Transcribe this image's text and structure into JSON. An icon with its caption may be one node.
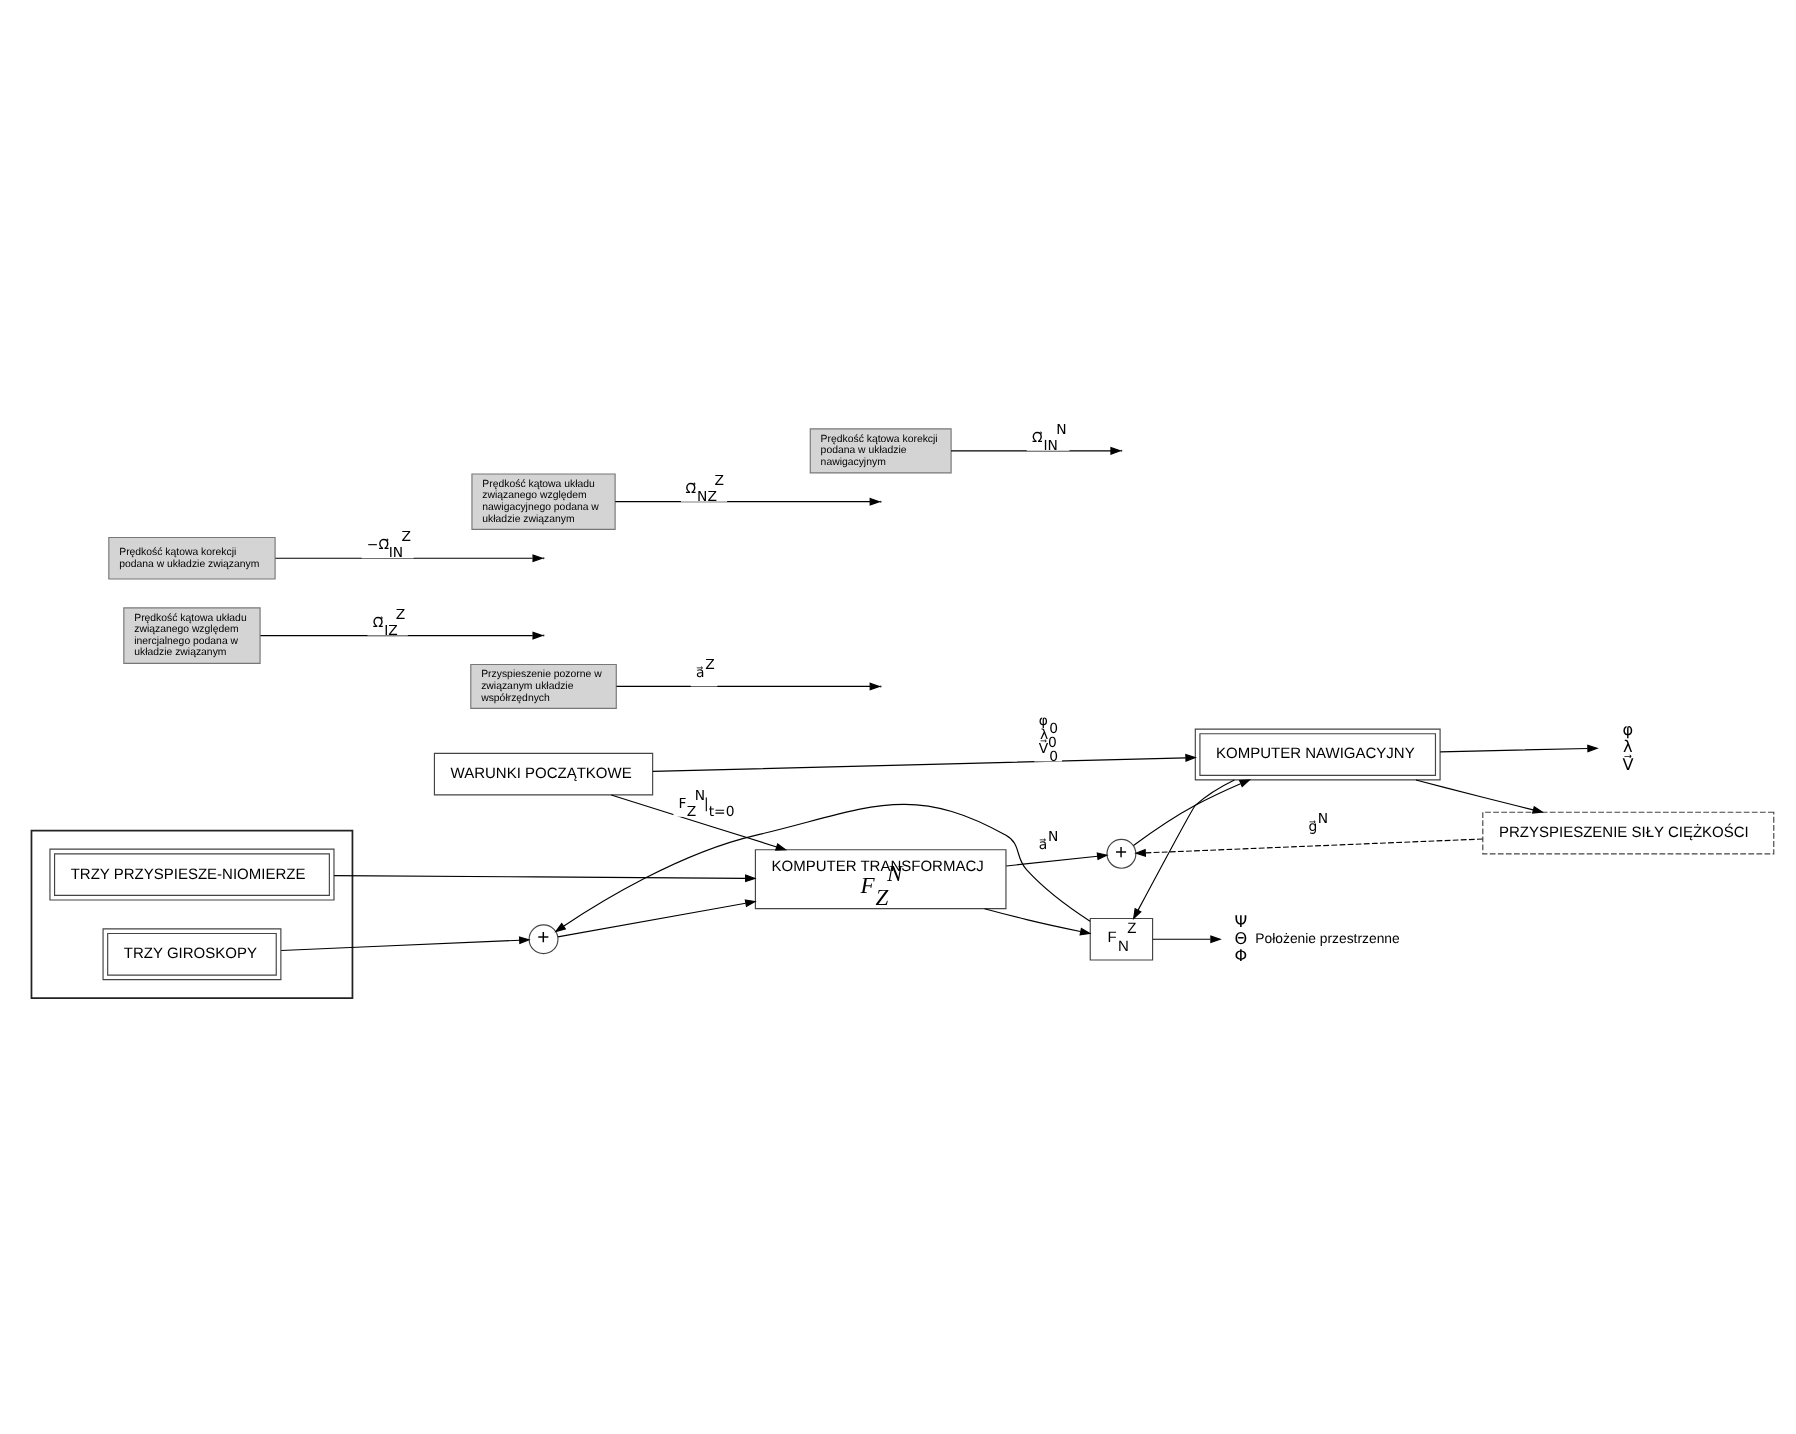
{
  "diagram": {
    "nodes": [
      {
        "text": [],
        "shape": "box"
      },
      {
        "text": [
          "TRZY PRZYSPIESZE-NIOMIERZE"
        ],
        "in": 0
      },
      {
        "text": [
          "TRZY GIROSKOPY"
        ],
        "in": 0
      },
      {
        "text": [
          "Przyspieszenie pozorne w związanym układzie współrzędnych"
        ]
      },
      {
        "text": [
          "WARUNKI POCZĄTKOWE"
        ]
      },
      {
        "text": [
          "KOMPUTER TRANSFORMACJ",
          "F$_{Z}$$^{N}$"
        ]
      },
      {
        "text": [
          "+"
        ]
      },
      {
        "text": [
          "KOMPUTER NAWIGACYJNY"
        ]
      },
      {
        "text": [
          "PRZYSPIESZENIE SIŁY CIĘŻKOŚCI"
        ]
      },
      {
        "text": [
          "+"
        ]
      },
      {
        "text": [
          "F$_{N}$$^{Z}$"
        ]
      },
      {
        "text": [
          "Prędkość kątowa układu związanego względem inercjalnego podana w układzie związanym"
        ]
      },
      {
        "text": [
          "Prędkość kątowa korekcji podana w układzie związanym"
        ]
      },
      {
        "text": [
          "Prędkość kątowa układu związanego względem nawigacyjnego podana w układzie związanym"
        ]
      },
      {
        "text": [
          "Prędkość kątowa korekcji podana w układzie nawigacyjnym"
        ]
      },
      {
        "text": [
          "φ",
          "λ",
          "V⃗"
        ]
      },
      {
        "text": [
          "Ψ",
          "Θ",
          "Φ"
        ],
        "beside": [
          "Położenie przestrzenne"
        ]
      }
    ],
    "edges": [
      {
        "from": 1,
        "to": 5,
        "arrow": "to"
      },
      {
        "from": 3,
        "to": null,
        "arrow": "to",
        "label": "a⃗$^{Z}$"
      },
      {
        "from": 4,
        "to": 5,
        "arrow": "to",
        "label": "F$_{Z}$$^{N}$|$_{t=0}$"
      },
      {
        "from": 4,
        "to": 7,
        "arrow": "to",
        "label": "φ$_{0}$ λ$_{0}$ V⃗$_{0}$"
      },
      {
        "from": 5,
        "to": 6,
        "arrow": "to",
        "label": "a⃗$^{N}$"
      },
      {
        "from": 6,
        "to": 7,
        "arrow": "to"
      },
      {
        "from": 8,
        "to": 6,
        "arrow": "to",
        "style": "dashed",
        "label": "g⃗$^{N}$"
      },
      {
        "from": 7,
        "to": 15,
        "arrow": "to"
      },
      {
        "from": 7,
        "to": 8,
        "arrow": "to"
      },
      {
        "from": 7,
        "to": 10,
        "arrow": "to"
      },
      {
        "from": 5,
        "to": 10,
        "arrow": "to"
      },
      {
        "from": 2,
        "to": 9,
        "arrow": "to"
      },
      {
        "from": 10,
        "to": 9,
        "arrow": "to"
      },
      {
        "from": 9,
        "to": 5,
        "arrow": "to"
      },
      {
        "from": 10,
        "to": 16,
        "arrow": "to"
      },
      {
        "from": 11,
        "to": null,
        "arrow": "to",
        "label": "Ω⃗$_{IZ}$$^{Z}$"
      },
      {
        "from": 13,
        "to": null,
        "arrow": "to",
        "label": "Ω⃗$_{NZ}$$^{Z}$"
      },
      {
        "from": 12,
        "to": null,
        "arrow": "to",
        "label": "−Ω⃗$_{IN}$$^{Z}$"
      },
      {
        "from": 14,
        "to": null,
        "arrow": "to",
        "label": "Ω⃗$_{IN}$$^{N}$"
      }
    ]
  }
}
